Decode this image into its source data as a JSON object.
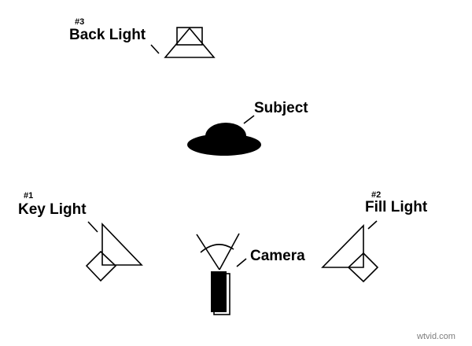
{
  "diagram": {
    "back_light": {
      "number": "#3",
      "label": "Back Light"
    },
    "key_light": {
      "number": "#1",
      "label": "Key Light"
    },
    "fill_light": {
      "number": "#2",
      "label": "Fill Light"
    },
    "subject": {
      "label": "Subject"
    },
    "camera": {
      "label": "Camera"
    }
  },
  "watermark": "wtvid.com",
  "colors": {
    "background": "#ffffff",
    "stroke": "#000000",
    "text": "#000000",
    "subject_fill": "#000000",
    "watermark_text": "#7d7d7d"
  }
}
